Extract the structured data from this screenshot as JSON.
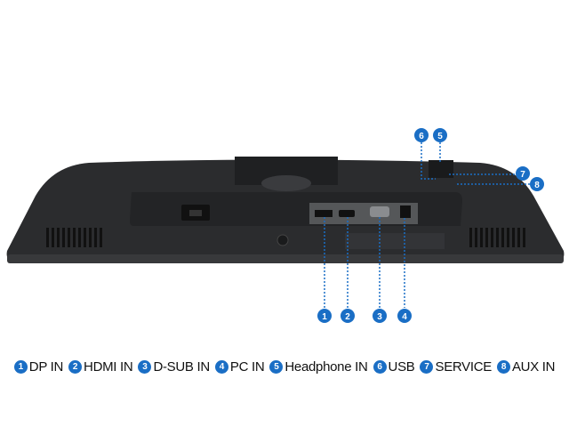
{
  "accent_color": "#1a6ec5",
  "ports": [
    {
      "num": "1",
      "label": "DP IN"
    },
    {
      "num": "2",
      "label": "HDMI IN"
    },
    {
      "num": "3",
      "label": "D-SUB IN"
    },
    {
      "num": "4",
      "label": "PC IN"
    },
    {
      "num": "5",
      "label": "Headphone IN"
    },
    {
      "num": "6",
      "label": "USB"
    },
    {
      "num": "7",
      "label": "SERVICE"
    },
    {
      "num": "8",
      "label": "AUX IN"
    }
  ]
}
